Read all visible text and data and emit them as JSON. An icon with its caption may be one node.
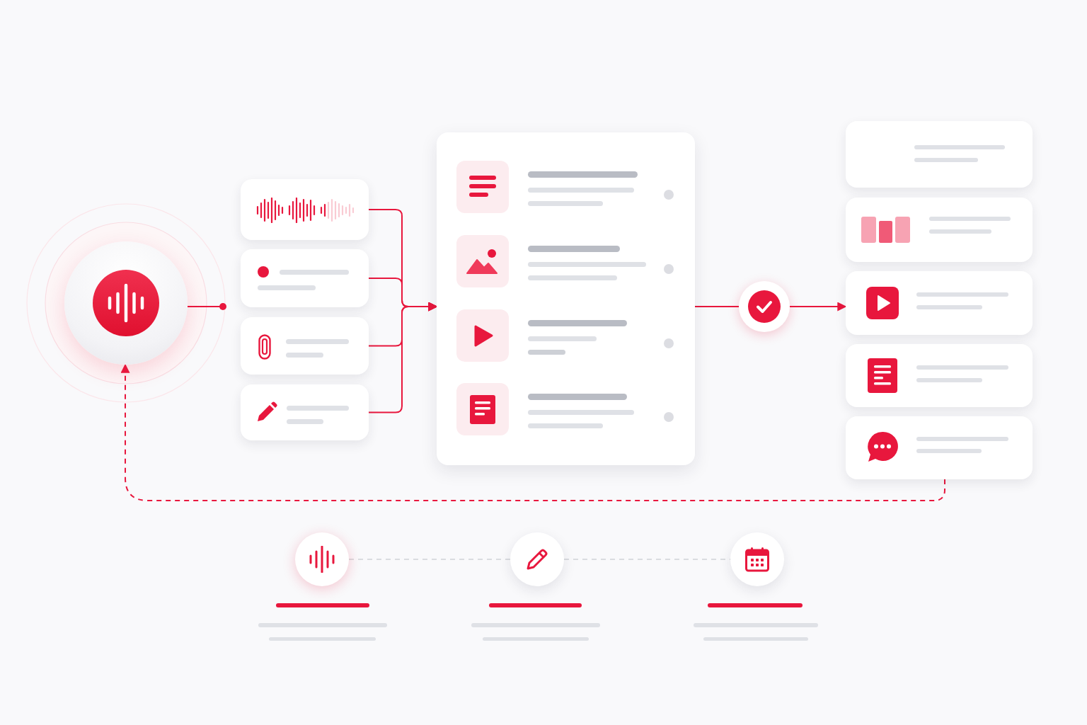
{
  "diagram": {
    "nodes": [
      {
        "text": [],
        "shape": "circle"
      },
      {
        "text": [],
        "shape": "box"
      },
      {
        "text": [],
        "shape": "box"
      },
      {
        "text": [],
        "shape": "box"
      },
      {
        "text": [],
        "shape": "box"
      },
      {
        "text": [],
        "shape": "box"
      },
      {
        "text": [],
        "shape": "circle"
      },
      {
        "text": [],
        "shape": "box"
      },
      {
        "text": [],
        "shape": "box"
      },
      {
        "text": [],
        "shape": "box"
      },
      {
        "text": [],
        "shape": "box"
      },
      {
        "text": [],
        "shape": "box"
      },
      {
        "text": [],
        "shape": "circle"
      },
      {
        "text": [],
        "shape": "circle"
      },
      {
        "text": [],
        "shape": "circle"
      }
    ],
    "edges": [
      {
        "from": 0,
        "to": null,
        "arrow": "other"
      },
      {
        "from": 1,
        "to": 5,
        "arrow": "to"
      },
      {
        "from": 2,
        "to": 5,
        "arrow": "to"
      },
      {
        "from": 3,
        "to": 5,
        "arrow": "to"
      },
      {
        "from": 4,
        "to": 5,
        "arrow": "to"
      },
      {
        "from": 5,
        "to": 6,
        "arrow": "none"
      },
      {
        "from": 6,
        "to": 9,
        "arrow": "to"
      },
      {
        "from": 11,
        "to": 0,
        "arrow": "to",
        "style": "dashed"
      },
      {
        "from": 12,
        "to": 13,
        "arrow": "none",
        "style": "dashed",
        "color": "#cfd2d8"
      },
      {
        "from": 13,
        "to": 14,
        "arrow": "none",
        "style": "dashed",
        "color": "#cfd2d8"
      }
    ]
  }
}
